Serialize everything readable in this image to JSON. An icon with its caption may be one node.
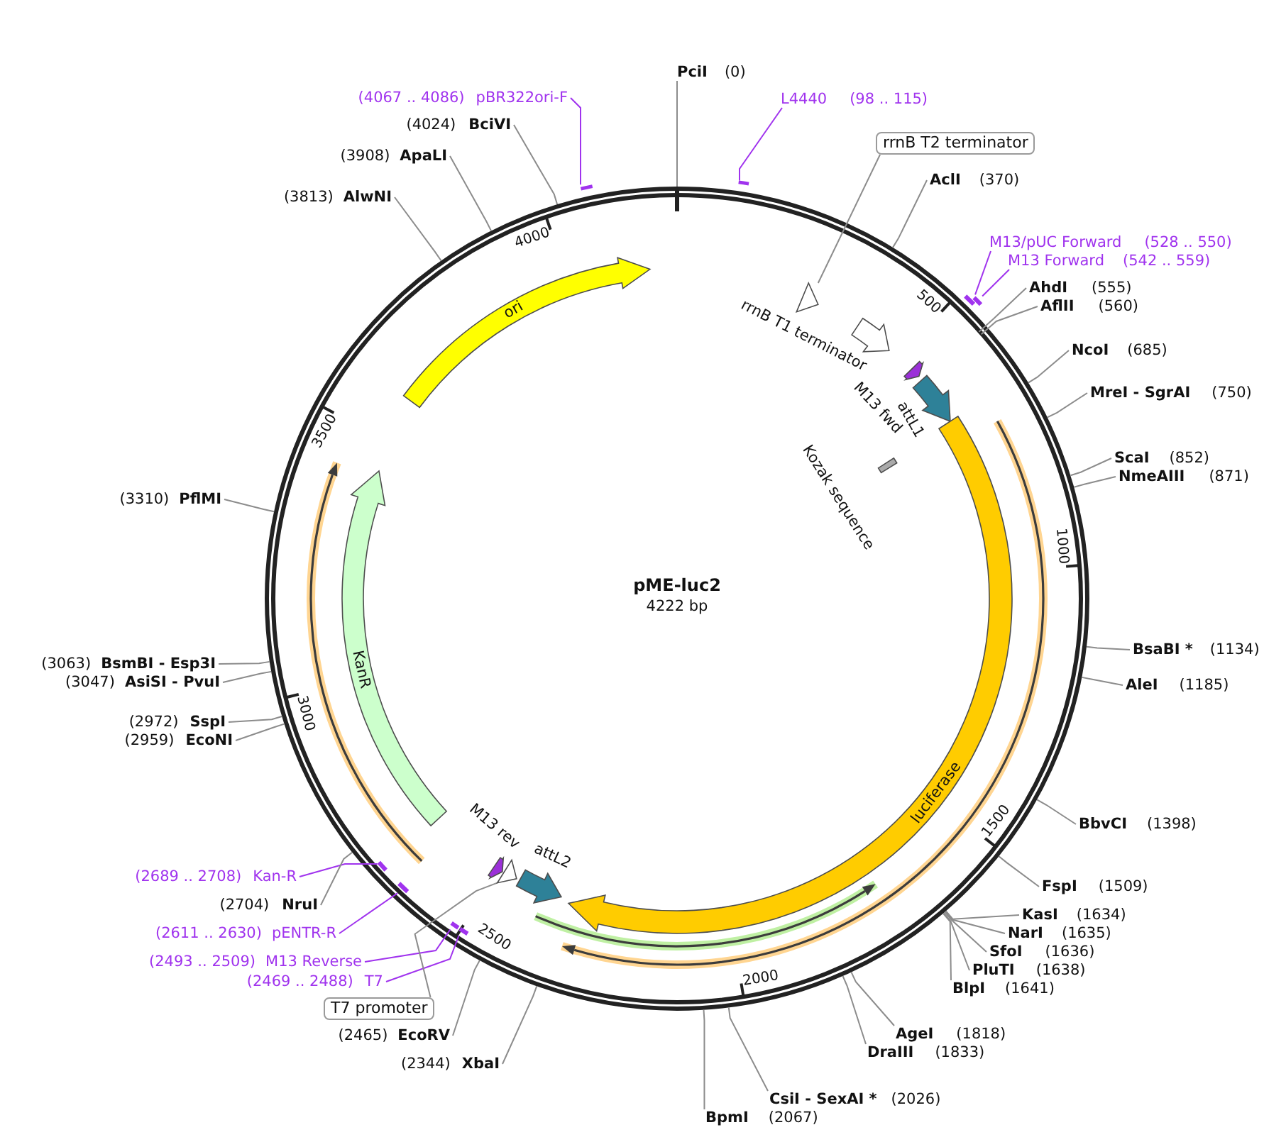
{
  "diagram": {
    "title": "pME-luc2",
    "nodes": [
      {
        "text": [
          "PciI",
          "(0)"
        ]
      },
      {
        "text": [
          "(4067 .. 4086)",
          "pBR322ori-F"
        ]
      },
      {
        "text": [
          "L4440",
          "(98 .. 115)"
        ]
      },
      {
        "text": [
          "(4024)",
          "BciVI"
        ]
      },
      {
        "text": [
          "rrnB T2 terminator"
        ]
      },
      {
        "text": [
          "(3908)",
          "ApaLI"
        ]
      },
      {
        "text": [
          "AclI",
          "(370)"
        ]
      },
      {
        "text": [
          "(3813)",
          "AlwNI"
        ]
      },
      {
        "text": [
          "M13/pUC Forward",
          "(528 .. 550)"
        ]
      },
      {
        "text": [
          "M13 Forward",
          "(542 .. 559)"
        ]
      },
      {
        "text": [
          "AhdI",
          "(555)"
        ]
      },
      {
        "text": [
          "AflII",
          "(560)"
        ]
      },
      {
        "text": [
          "NcoI",
          "(685)"
        ]
      },
      {
        "text": [
          "MreI - SgrAI",
          "(750)"
        ]
      },
      {
        "text": [
          "ScaI",
          "(852)"
        ]
      },
      {
        "text": [
          "NmeAIII",
          "(871)"
        ]
      },
      {
        "text": [
          "(3310)",
          "PflMI"
        ]
      },
      {
        "text": [
          "BsaBI *",
          "(1134)"
        ]
      },
      {
        "text": [
          "(3063)",
          "BsmBI - Esp3I"
        ]
      },
      {
        "text": [
          "(3047)",
          "AsiSI - PvuI"
        ]
      },
      {
        "text": [
          "AleI",
          "(1185)"
        ]
      },
      {
        "text": [
          "(2972)",
          "SspI"
        ]
      },
      {
        "text": [
          "(2959)",
          "EcoNI"
        ]
      },
      {
        "text": [
          "BbvCI",
          "(1398)"
        ]
      },
      {
        "text": [
          "(2689 .. 2708)",
          "Kan-R"
        ]
      },
      {
        "text": [
          "FspI",
          "(1509)"
        ]
      },
      {
        "text": [
          "(2704)",
          "NruI"
        ]
      },
      {
        "text": [
          "KasI",
          "(1634)"
        ]
      },
      {
        "text": [
          "NarI",
          "(1635)"
        ]
      },
      {
        "text": [
          "(2611 .. 2630)",
          "pENTR-R"
        ]
      },
      {
        "text": [
          "SfoI",
          "(1636)"
        ]
      },
      {
        "text": [
          "(2493 .. 2509)",
          "M13 Reverse"
        ]
      },
      {
        "text": [
          "PluTI",
          "(1638)"
        ]
      },
      {
        "text": [
          "(2469 .. 2488)",
          "T7"
        ]
      },
      {
        "text": [
          "BlpI",
          "(1641)"
        ]
      },
      {
        "text": [
          "T7 promoter"
        ]
      },
      {
        "text": [
          "AgeI",
          "(1818)"
        ]
      },
      {
        "text": [
          "(2465)",
          "EcoRV"
        ]
      },
      {
        "text": [
          "DraIII",
          "(1833)"
        ]
      },
      {
        "text": [
          "(2344)",
          "XbaI"
        ]
      },
      {
        "text": [
          "CsiI - SexAI *",
          "(2026)"
        ]
      },
      {
        "text": [
          "BpmI",
          "(2067)"
        ]
      },
      {
        "text": [
          "ori"
        ]
      },
      {
        "text": [],
        "shape": "arrow"
      },
      {
        "text": [],
        "shape": "arrow",
        "beside": [
          "rrnB T1 terminator"
        ]
      },
      {
        "text": [],
        "shape": "arrow",
        "beside": [
          "M13 fwd"
        ]
      },
      {
        "text": [],
        "shape": "arrow",
        "beside": [
          "attL1"
        ]
      },
      {
        "text": [],
        "shape": "bar",
        "beside": [
          "Kozak sequence"
        ]
      },
      {
        "text": [
          "luciferase"
        ]
      },
      {
        "text": [
          "KanR"
        ]
      },
      {
        "text": [],
        "shape": "arrow",
        "beside": [
          "M13 rev"
        ]
      },
      {
        "text": [],
        "shape": "arrow"
      },
      {
        "text": [],
        "shape": "arrow",
        "beside": [
          "attL2"
        ]
      },
      {
        "text": [],
        "shape": "bar"
      },
      {
        "text": [],
        "shape": "bar"
      },
      {
        "text": [],
        "shape": "bar"
      },
      {
        "text": [],
        "shape": "bar"
      },
      {
        "text": [],
        "shape": "bar"
      },
      {
        "text": [],
        "shape": "bar"
      },
      {
        "text": [],
        "shape": "bar"
      },
      {
        "text": [],
        "shape": "bar"
      }
    ],
    "edges": [
      {
        "from": 0,
        "to": null,
        "arrow": "none"
      },
      {
        "from": 1,
        "to": 53,
        "arrow": "none",
        "color": "#a033ee"
      },
      {
        "from": 2,
        "to": 54,
        "arrow": "none",
        "color": "#a033ee"
      },
      {
        "from": 3,
        "to": null,
        "arrow": "none"
      },
      {
        "from": 4,
        "to": 43,
        "arrow": "none"
      },
      {
        "from": 5,
        "to": null,
        "arrow": "none"
      },
      {
        "from": 6,
        "to": null,
        "arrow": "none"
      },
      {
        "from": 7,
        "to": null,
        "arrow": "none"
      },
      {
        "from": 8,
        "to": 55,
        "arrow": "none",
        "color": "#a033ee"
      },
      {
        "from": 9,
        "to": 56,
        "arrow": "none",
        "color": "#a033ee"
      },
      {
        "from": 10,
        "to": null,
        "arrow": "none"
      },
      {
        "from": 11,
        "to": null,
        "arrow": "none"
      },
      {
        "from": 12,
        "to": null,
        "arrow": "none"
      },
      {
        "from": 13,
        "to": null,
        "arrow": "none"
      },
      {
        "from": 14,
        "to": null,
        "arrow": "none"
      },
      {
        "from": 15,
        "to": null,
        "arrow": "none"
      },
      {
        "from": 16,
        "to": null,
        "arrow": "none"
      },
      {
        "from": 17,
        "to": null,
        "arrow": "none"
      },
      {
        "from": 18,
        "to": null,
        "arrow": "none"
      },
      {
        "from": 19,
        "to": null,
        "arrow": "none"
      },
      {
        "from": 20,
        "to": null,
        "arrow": "none"
      },
      {
        "from": 21,
        "to": null,
        "arrow": "none"
      },
      {
        "from": 22,
        "to": null,
        "arrow": "none"
      },
      {
        "from": 23,
        "to": null,
        "arrow": "none"
      },
      {
        "from": 24,
        "to": 57,
        "arrow": "none",
        "color": "#a033ee"
      },
      {
        "from": 25,
        "to": null,
        "arrow": "none"
      },
      {
        "from": 26,
        "to": null,
        "arrow": "none"
      },
      {
        "from": 27,
        "to": null,
        "arrow": "none"
      },
      {
        "from": 28,
        "to": null,
        "arrow": "none"
      },
      {
        "from": 29,
        "to": 58,
        "arrow": "none",
        "color": "#a033ee"
      },
      {
        "from": 30,
        "to": null,
        "arrow": "none"
      },
      {
        "from": 31,
        "to": 59,
        "arrow": "none",
        "color": "#a033ee"
      },
      {
        "from": 32,
        "to": null,
        "arrow": "none"
      },
      {
        "from": 33,
        "to": 60,
        "arrow": "none",
        "color": "#a033ee"
      },
      {
        "from": 34,
        "to": null,
        "arrow": "none"
      },
      {
        "from": 35,
        "to": 51,
        "arrow": "none"
      },
      {
        "from": 36,
        "to": null,
        "arrow": "none"
      },
      {
        "from": 37,
        "to": null,
        "arrow": "none"
      },
      {
        "from": 38,
        "to": null,
        "arrow": "none"
      },
      {
        "from": 39,
        "to": null,
        "arrow": "none"
      },
      {
        "from": 40,
        "to": null,
        "arrow": "none"
      },
      {
        "from": 41,
        "to": null,
        "arrow": "none"
      }
    ],
    "labels": [
      "4000",
      "500",
      "3500",
      "1000",
      "4222 bp",
      "3000",
      "1500",
      "2500",
      "2000"
    ]
  }
}
